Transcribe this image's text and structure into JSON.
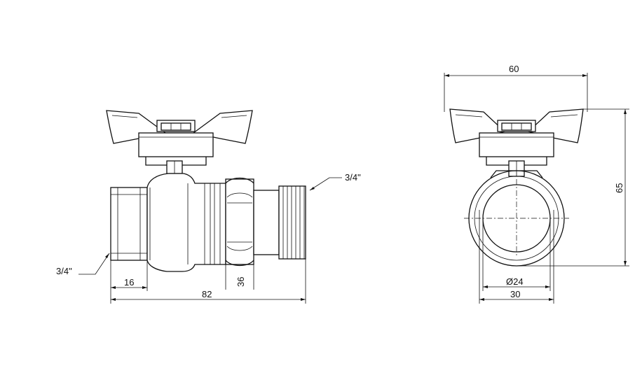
{
  "dimensions": {
    "thread_left": "3/4\"",
    "thread_right": "3/4\"",
    "female_length": "16",
    "total_length": "82",
    "nut_size": "36",
    "width_total": "60",
    "height_total": "65",
    "bore_diameter": "Ø24",
    "body_width": "30"
  }
}
